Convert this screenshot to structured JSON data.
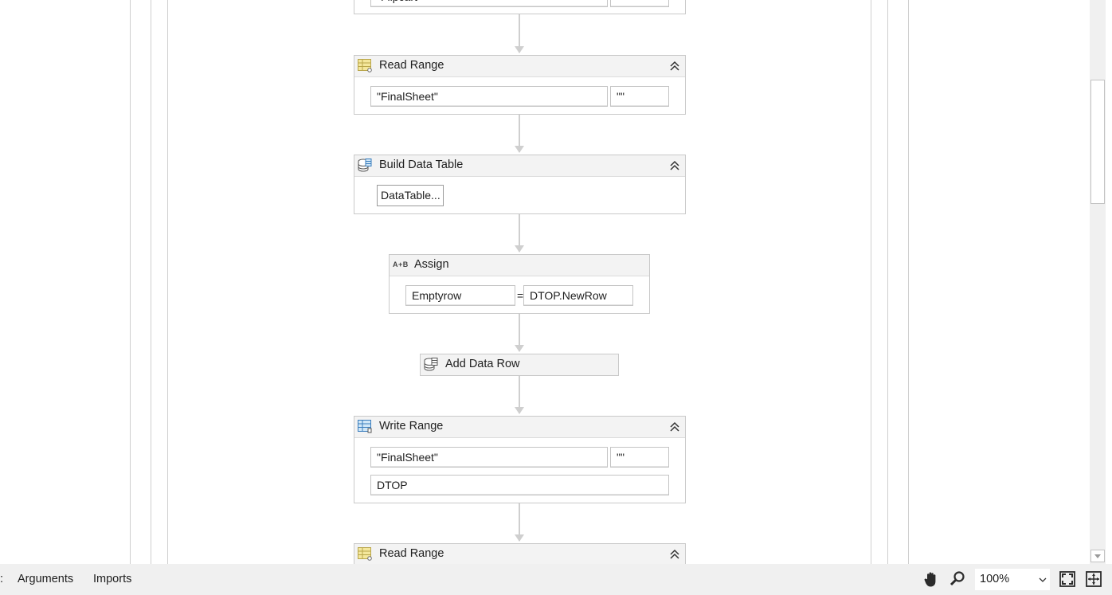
{
  "workflow": {
    "top_partial": {
      "sheet_value": "\"Flipcart\"",
      "range_value": ""
    },
    "read_range_1": {
      "title": "Read Range",
      "sheet_value": "\"FinalSheet\"",
      "range_value": "\"\""
    },
    "build_data_table": {
      "title": "Build Data Table",
      "button_label": "DataTable..."
    },
    "assign": {
      "title": "Assign",
      "icon_text": "A+B",
      "to_value": "Emptyrow",
      "equals": "=",
      "value": "DTOP.NewRow"
    },
    "add_data_row": {
      "title": "Add Data Row"
    },
    "write_range": {
      "title": "Write Range",
      "sheet_value": "\"FinalSheet\"",
      "range_value": "\"\"",
      "datatable_value": "DTOP"
    },
    "read_range_2": {
      "title": "Read Range"
    }
  },
  "statusbar": {
    "partial_tab": ":",
    "arguments_label": "Arguments",
    "imports_label": "Imports",
    "zoom_value": "100%"
  },
  "icons": {
    "read_range": "excel-read-range-icon",
    "build_data_table": "data-table-icon",
    "assign": "assign-icon",
    "add_data_row": "data-table-icon",
    "write_range": "excel-write-range-icon",
    "collapse": "double-chevron-up-icon",
    "pan": "hand-icon",
    "zoom": "magnifier-icon",
    "fit": "fit-to-screen-icon",
    "overview": "overview-icon"
  },
  "colors": {
    "canvas": "#ffffff",
    "header": "#f3f3f3",
    "connector": "#cfcfcf",
    "statusbar": "#f0f0f0"
  }
}
